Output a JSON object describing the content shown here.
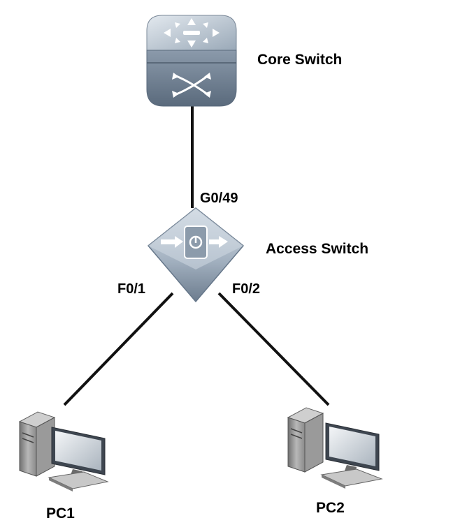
{
  "diagram": {
    "devices": {
      "core_switch": {
        "label": "Core Switch",
        "icon": "core-switch-icon"
      },
      "access_switch": {
        "label": "Access Switch",
        "icon": "access-switch-icon"
      },
      "pc1": {
        "label": "PC1",
        "icon": "pc-icon"
      },
      "pc2": {
        "label": "PC2",
        "icon": "pc-icon"
      }
    },
    "ports": {
      "uplink": "G0/49",
      "pc1_port": "F0/1",
      "pc2_port": "F0/2"
    },
    "links": [
      {
        "from": "core_switch",
        "to": "access_switch",
        "port": "G0/49"
      },
      {
        "from": "access_switch",
        "to": "pc1",
        "port": "F0/1"
      },
      {
        "from": "access_switch",
        "to": "pc2",
        "port": "F0/2"
      }
    ],
    "colors": {
      "device_top": "#c9d3dd",
      "device_side": "#6e7f91",
      "link": "#111111",
      "arrow": "#ffffff"
    }
  }
}
